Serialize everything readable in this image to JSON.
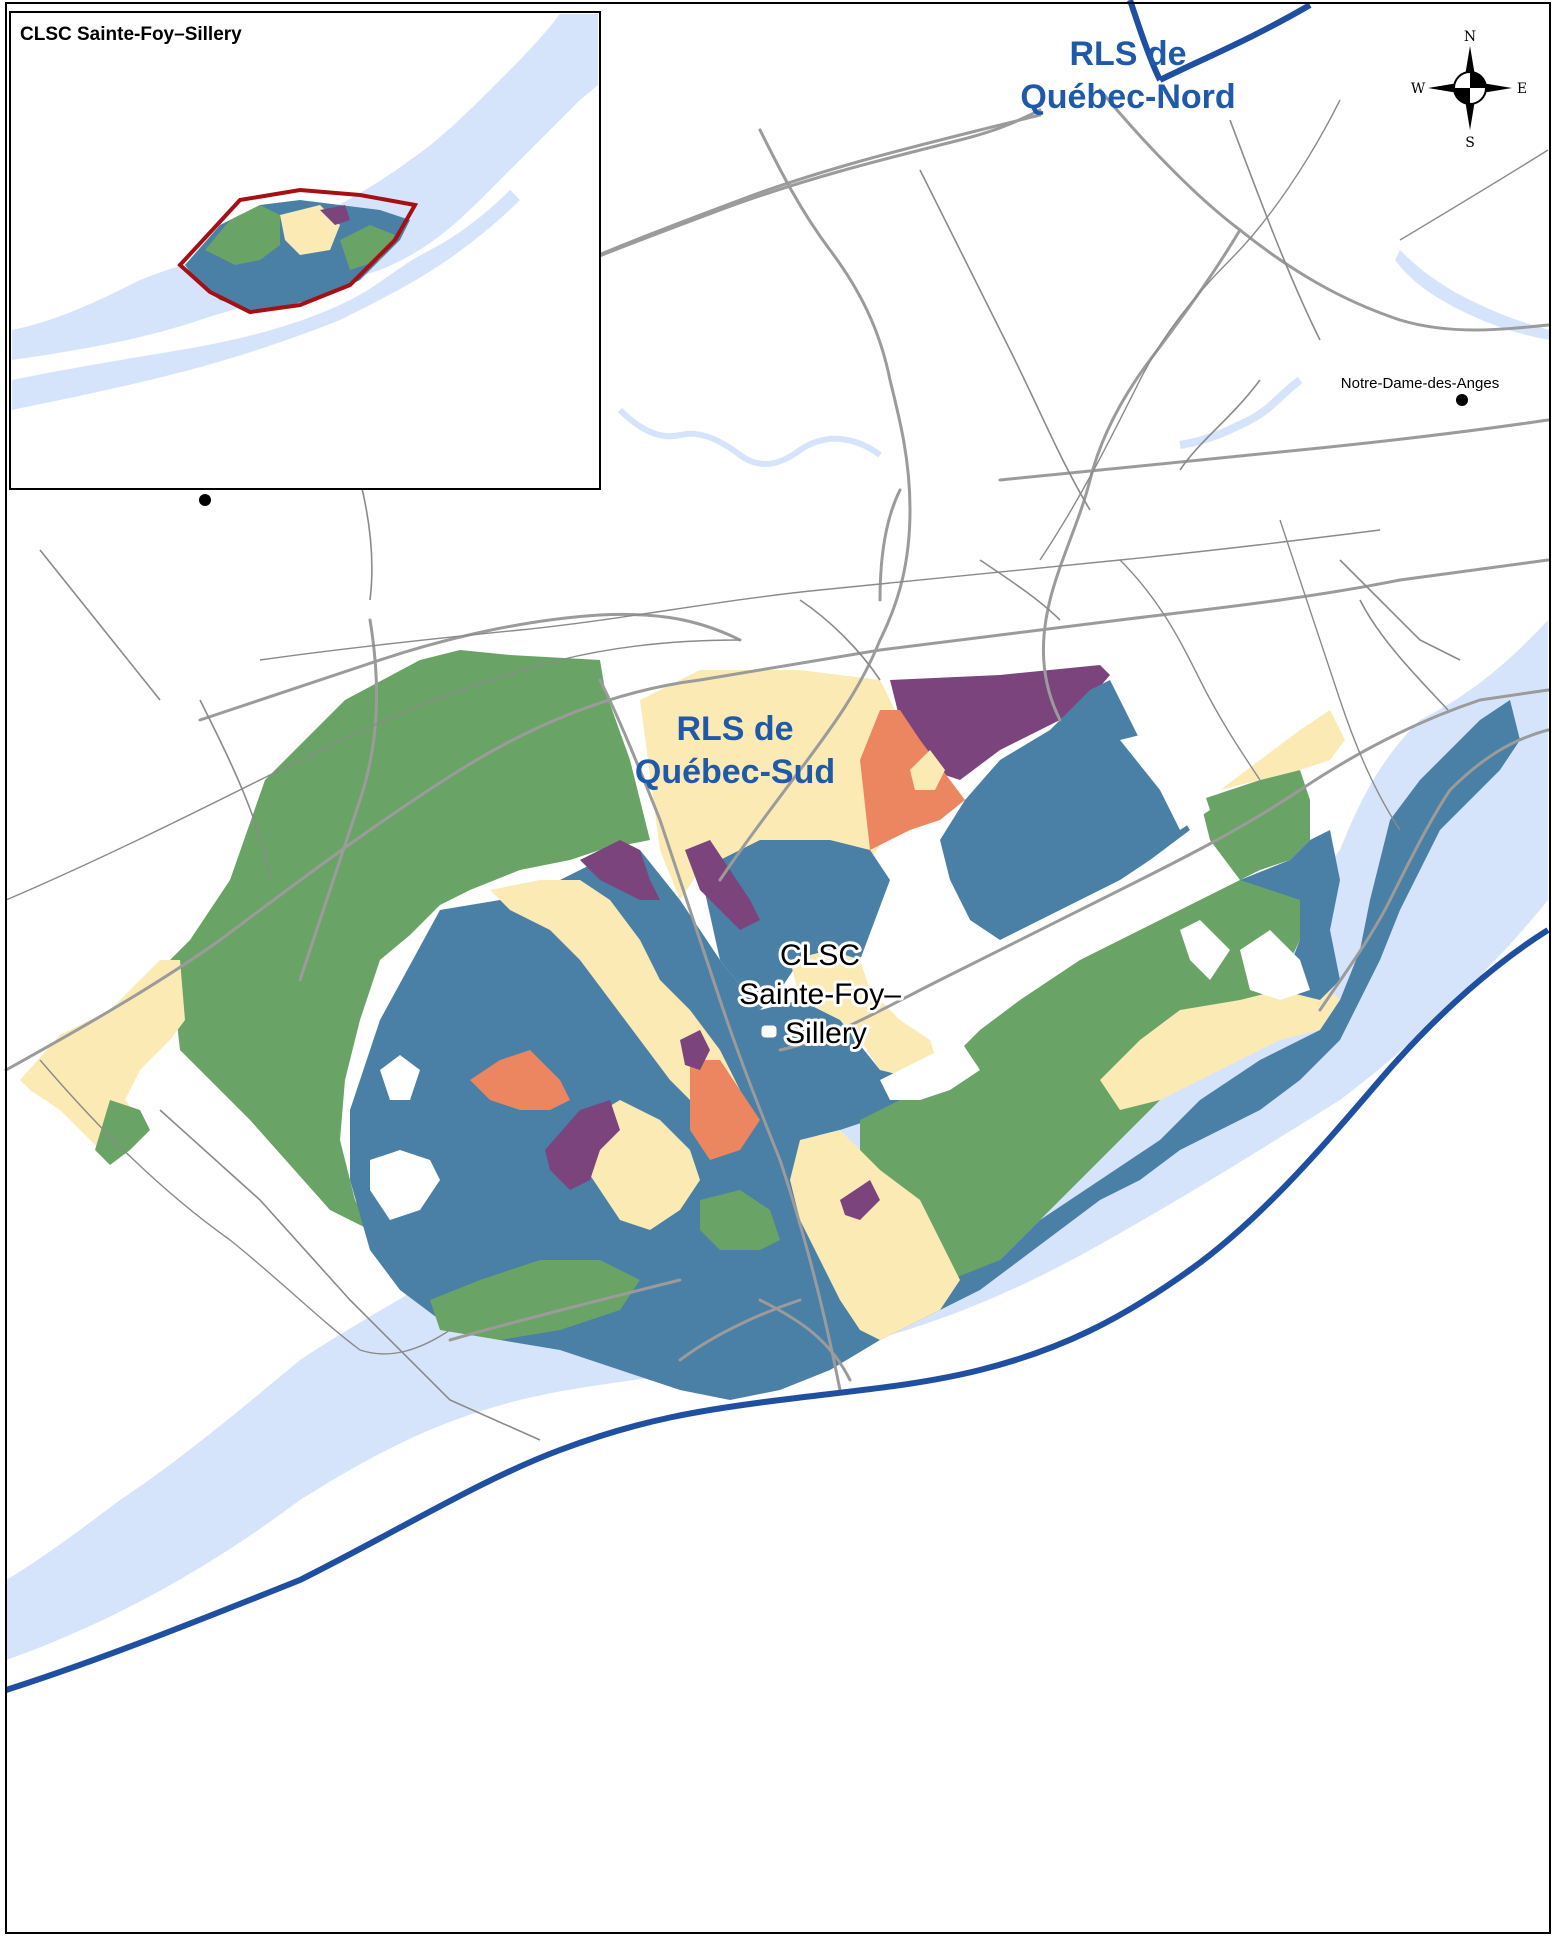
{
  "map": {
    "region_labels": {
      "quebec_nord_line1": "RLS de",
      "quebec_nord_line2": "Québec-Nord",
      "quebec_sud_line1": "RLS de",
      "quebec_sud_line2": "Québec-Sud"
    },
    "clsc_label": {
      "line1": "CLSC",
      "line2": "Sainte-Foy–",
      "line3": "Sillery"
    },
    "places": {
      "notre_dame": "Notre-Dame-des-Anges"
    },
    "compass": {
      "n": "N",
      "s": "S",
      "e": "E",
      "w": "W"
    },
    "inset": {
      "title": "CLSC Sainte-Foy–Sillery"
    },
    "colors": {
      "water": "#d6e4fb",
      "green": "#6aa366",
      "blue": "#4a7fa6",
      "yellow": "#fbeab4",
      "orange": "#ec8660",
      "purple": "#7b447d",
      "boundary": "#a60f14",
      "highway": "#1f4fa0"
    }
  }
}
